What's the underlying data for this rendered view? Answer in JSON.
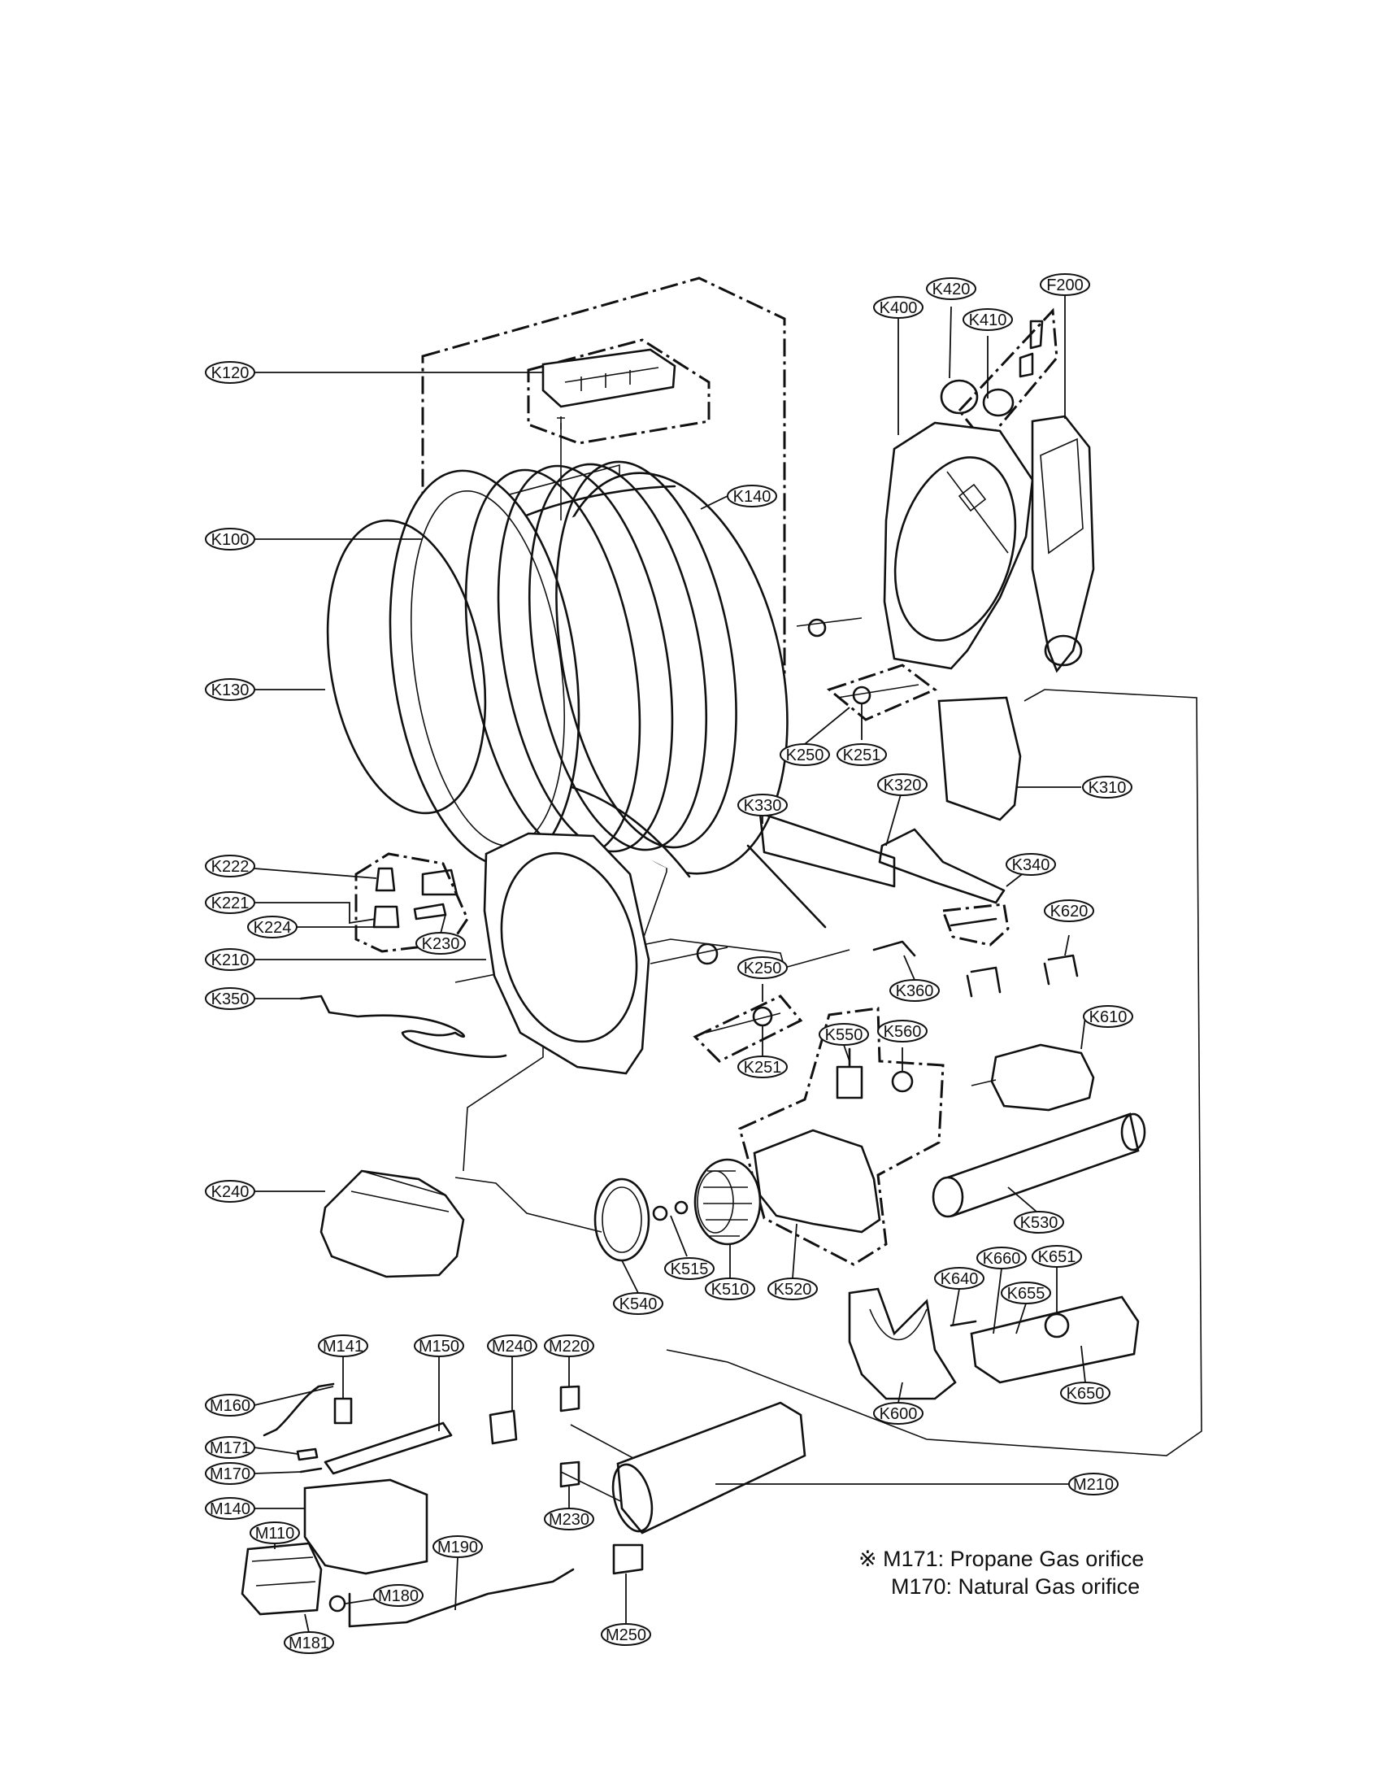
{
  "callouts": [
    {
      "id": "K120",
      "label": "K120"
    },
    {
      "id": "K100",
      "label": "K100"
    },
    {
      "id": "K130",
      "label": "K130"
    },
    {
      "id": "K140",
      "label": "K140"
    },
    {
      "id": "K400",
      "label": "K400"
    },
    {
      "id": "K420",
      "label": "K420"
    },
    {
      "id": "K410",
      "label": "K410"
    },
    {
      "id": "F200",
      "label": "F200"
    },
    {
      "id": "K250a",
      "label": "K250"
    },
    {
      "id": "K251a",
      "label": "K251"
    },
    {
      "id": "K310",
      "label": "K310"
    },
    {
      "id": "K320",
      "label": "K320"
    },
    {
      "id": "K330",
      "label": "K330"
    },
    {
      "id": "K340",
      "label": "K340"
    },
    {
      "id": "K222",
      "label": "K222"
    },
    {
      "id": "K221",
      "label": "K221"
    },
    {
      "id": "K224",
      "label": "K224"
    },
    {
      "id": "K230",
      "label": "K230"
    },
    {
      "id": "K210",
      "label": "K210"
    },
    {
      "id": "K350",
      "label": "K350"
    },
    {
      "id": "K620",
      "label": "K620"
    },
    {
      "id": "K360",
      "label": "K360"
    },
    {
      "id": "K250b",
      "label": "K250"
    },
    {
      "id": "K251b",
      "label": "K251"
    },
    {
      "id": "K550",
      "label": "K550"
    },
    {
      "id": "K560",
      "label": "K560"
    },
    {
      "id": "K610",
      "label": "K610"
    },
    {
      "id": "K240",
      "label": "K240"
    },
    {
      "id": "K530",
      "label": "K530"
    },
    {
      "id": "K515",
      "label": "K515"
    },
    {
      "id": "K510",
      "label": "K510"
    },
    {
      "id": "K520",
      "label": "K520"
    },
    {
      "id": "K540",
      "label": "K540"
    },
    {
      "id": "K640",
      "label": "K640"
    },
    {
      "id": "K660",
      "label": "K660"
    },
    {
      "id": "K651",
      "label": "K651"
    },
    {
      "id": "K655",
      "label": "K655"
    },
    {
      "id": "K650",
      "label": "K650"
    },
    {
      "id": "K600",
      "label": "K600"
    },
    {
      "id": "M141",
      "label": "M141"
    },
    {
      "id": "M150",
      "label": "M150"
    },
    {
      "id": "M240",
      "label": "M240"
    },
    {
      "id": "M220",
      "label": "M220"
    },
    {
      "id": "M160",
      "label": "M160"
    },
    {
      "id": "M171",
      "label": "M171"
    },
    {
      "id": "M170",
      "label": "M170"
    },
    {
      "id": "M140",
      "label": "M140"
    },
    {
      "id": "M110",
      "label": "M110"
    },
    {
      "id": "M190",
      "label": "M190"
    },
    {
      "id": "M180",
      "label": "M180"
    },
    {
      "id": "M181",
      "label": "M181"
    },
    {
      "id": "M230",
      "label": "M230"
    },
    {
      "id": "M250",
      "label": "M250"
    },
    {
      "id": "M210",
      "label": "M210"
    }
  ],
  "note": {
    "symbol": "※",
    "line1": "M171: Propane Gas orifice",
    "line2": "M170: Natural Gas orifice"
  }
}
